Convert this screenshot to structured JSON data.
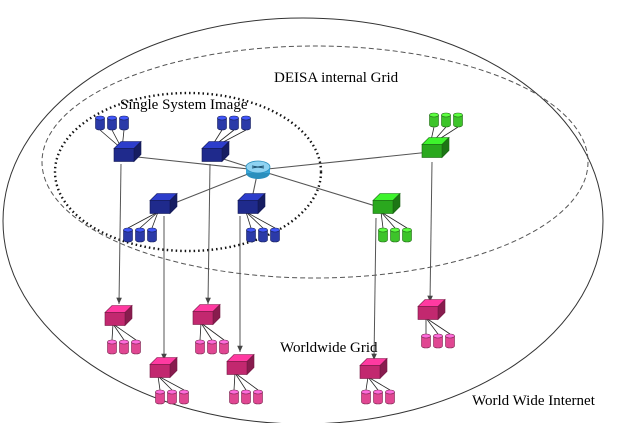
{
  "labels": {
    "internal_grid": "DEISA internal Grid",
    "single_system_image": "Single System Image",
    "worldwide_grid": "Worldwide Grid",
    "world_wide_internet": "World Wide Internet"
  },
  "colors": {
    "core_node": "#1f2a8c",
    "core_disk": "#2b3aa8",
    "partner_node": "#2aa81e",
    "partner_disk": "#3dc42a",
    "external_node": "#c2286f",
    "external_disk": "#e04792",
    "router": "#3aa6d8"
  },
  "icons": {
    "router": "router-icon",
    "node": "server-node-icon",
    "storage": "disk-cylinder-icon"
  }
}
